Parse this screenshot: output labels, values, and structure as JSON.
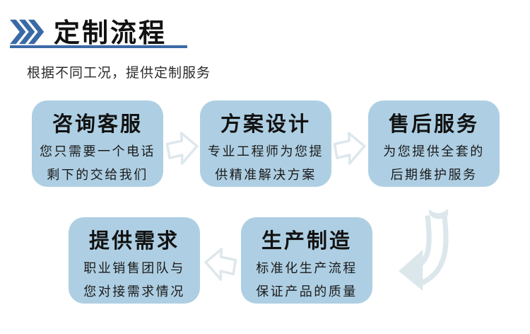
{
  "header": {
    "title": "定制流程",
    "icon": "triple-chevron-right-icon",
    "accent_color": "#3a6aa6"
  },
  "subtitle": "根据不同工况，提供定制服务",
  "colors": {
    "box_fill": "#aecfe3",
    "accent_blue": "#3a6aa6",
    "arrow_pale": "#dce7ec",
    "text": "#111111",
    "background": "#ffffff"
  },
  "flow": {
    "steps": [
      {
        "title": "咨询客服",
        "line1": "您只需要一个电话",
        "line2": "剩下的交给我们"
      },
      {
        "title": "方案设计",
        "line1": "专业工程师为您提",
        "line2": "供精准解决方案"
      },
      {
        "title": "售后服务",
        "line1": "为您提供全套的",
        "line2": "后期维护服务"
      },
      {
        "title": "提供需求",
        "line1": "职业销售团队与",
        "line2": "您对接需求情况"
      },
      {
        "title": "生产制造",
        "line1": "标准化生产流程",
        "line2": "保证产品的质量"
      }
    ],
    "connectors": [
      {
        "icon": "block-arrow-right-icon",
        "direction": "right"
      },
      {
        "icon": "block-arrow-right-icon",
        "direction": "right"
      },
      {
        "icon": "curved-arrow-down-left-icon",
        "direction": "down-left"
      },
      {
        "icon": "block-arrow-left-icon",
        "direction": "left"
      }
    ]
  }
}
